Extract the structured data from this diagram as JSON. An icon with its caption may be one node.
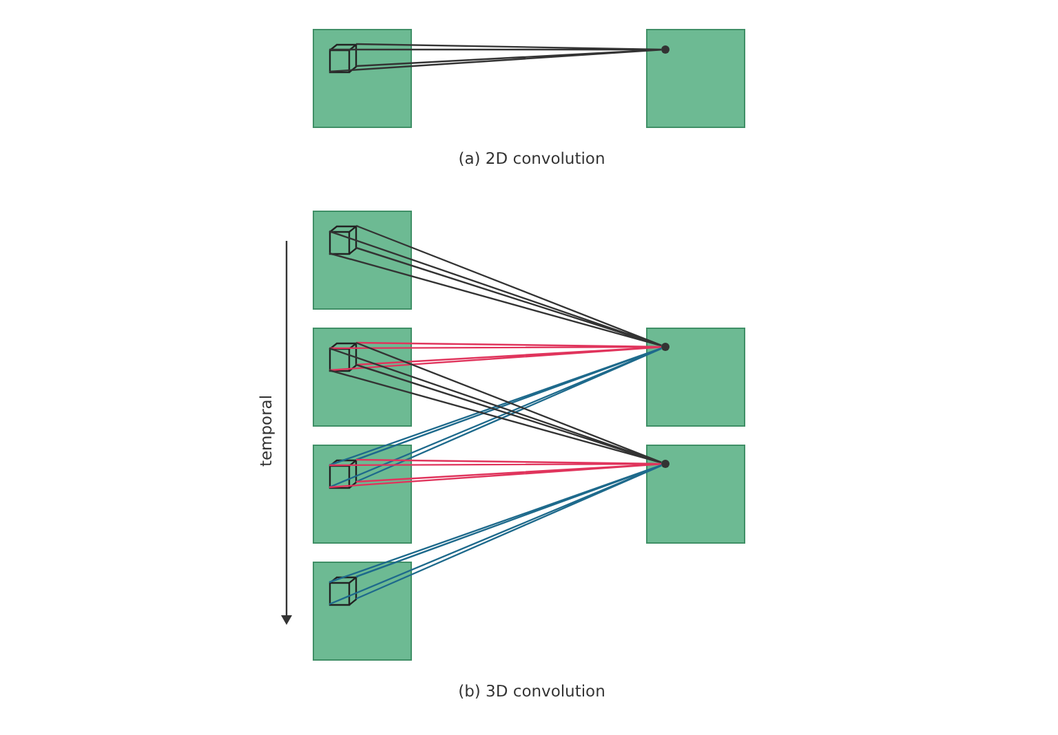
{
  "diagram": {
    "nodes": [
      {
        "text": [],
        "shape": "box"
      },
      {
        "text": [],
        "shape": "cube",
        "in": 0
      },
      {
        "text": [],
        "shape": "box"
      },
      {
        "text": [],
        "shape": "circle",
        "in": 2
      },
      {
        "text": [],
        "shape": "box"
      },
      {
        "text": [],
        "shape": "cube",
        "in": 4
      },
      {
        "text": [],
        "shape": "box"
      },
      {
        "text": [],
        "shape": "cube",
        "in": 6
      },
      {
        "text": [],
        "shape": "box"
      },
      {
        "text": [],
        "shape": "circle",
        "in": 8
      },
      {
        "text": [],
        "shape": "box"
      },
      {
        "text": [],
        "shape": "cube",
        "in": 10
      },
      {
        "text": [],
        "shape": "box"
      },
      {
        "text": [],
        "shape": "circle",
        "in": 12
      },
      {
        "text": [],
        "shape": "box"
      },
      {
        "text": [],
        "shape": "cube",
        "in": 14
      }
    ],
    "edges": [
      {
        "from": 1,
        "to": 3,
        "arrow": "none"
      },
      {
        "from": 5,
        "to": 9,
        "arrow": "none"
      },
      {
        "from": 7,
        "to": 9,
        "arrow": "none",
        "color": "#e0345c"
      },
      {
        "from": 11,
        "to": 9,
        "arrow": "none",
        "color": "#1e6a8c"
      },
      {
        "from": 7,
        "to": 13,
        "arrow": "none"
      },
      {
        "from": 11,
        "to": 13,
        "arrow": "none",
        "color": "#e0345c"
      },
      {
        "from": 15,
        "to": 13,
        "arrow": "none",
        "color": "#1e6a8c"
      }
    ],
    "labels": [
      "(a) 2D convolution",
      "temporal",
      "(b) 3D convolution"
    ]
  }
}
